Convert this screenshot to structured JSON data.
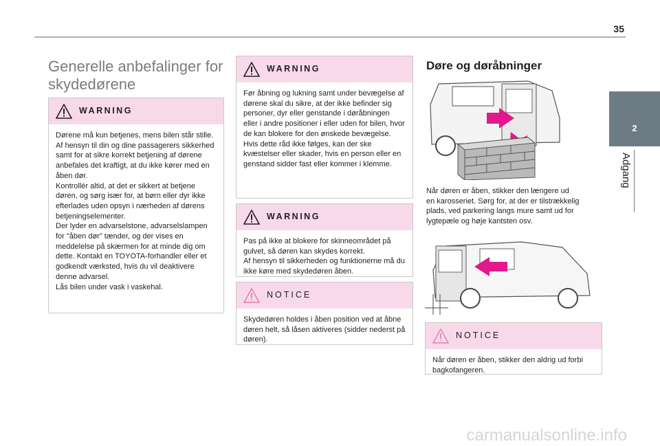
{
  "page_number": "35",
  "side_tab": {
    "number": "2",
    "label": "Adgang"
  },
  "left_section": {
    "title": "Generelle anbefalinger for skydedørene",
    "warning": {
      "title": "WARNING",
      "text": "Dørene må kun betjenes, mens bilen står stille.\nAf hensyn til din og dine passagerers sikkerhed samt for at sikre korrekt betjening af dørene anbefales det kraftigt, at du ikke kører med en åben dør.\nKontrollér altid, at det er sikkert at betjene døren, og sørg især for, at børn eller dyr ikke efterlades uden opsyn i nærheden af dørens betjeningselementer.\nDer lyder en advarselstone, advarselslampen for \"åben dør\" tænder, og der vises en meddelelse på skærmen for at minde dig om dette. Kontakt en TOYOTA-forhandler eller et godkendt værksted, hvis du vil deaktivere denne advarsel.\nLås bilen under vask i vaskehal."
    }
  },
  "middle_section": {
    "warning1": {
      "title": "WARNING",
      "text": "Før åbning og lukning samt under bevægelse af dørene skal du sikre, at der ikke befinder sig personer, dyr eller genstande i døråbningen eller i andre positioner i eller uden for bilen, hvor de kan blokere for den ønskede bevægelse.\nHvis dette råd ikke følges, kan der ske kvæstelser eller skader, hvis en person eller en genstand sidder fast eller kommer i klemme."
    },
    "warning2": {
      "title": "WARNING",
      "text": "Pas på ikke at blokere for skinneområdet på gulvet, så døren kan skydes korrekt.\nAf hensyn til sikkerheden og funktionerne må du ikke køre med skydedøren åben."
    },
    "notice": {
      "title": "NOTICE",
      "text": "Skydedøren holdes i åben position ved at åbne døren helt, så låsen aktiveres (sidder nederst på døren)."
    }
  },
  "right_section": {
    "title": "Døre og døråbninger",
    "paragraph": "Når døren er åben, stikker den længere ud\nen karosseriet. Sørg for, at der er tilstrækkelig plads, ved parkering langs mure samt ud for lygtepæle og høje kantsten osv.",
    "notice": {
      "title": "NOTICE",
      "text": "Når døren er åben, stikker den aldrig ud forbi bagkofangeren."
    }
  },
  "colors": {
    "callout_header": "#f7d9ea",
    "arrow": "#e2188c",
    "side_tab": "#6d7b85"
  },
  "footer": "carmanualsonline.info"
}
